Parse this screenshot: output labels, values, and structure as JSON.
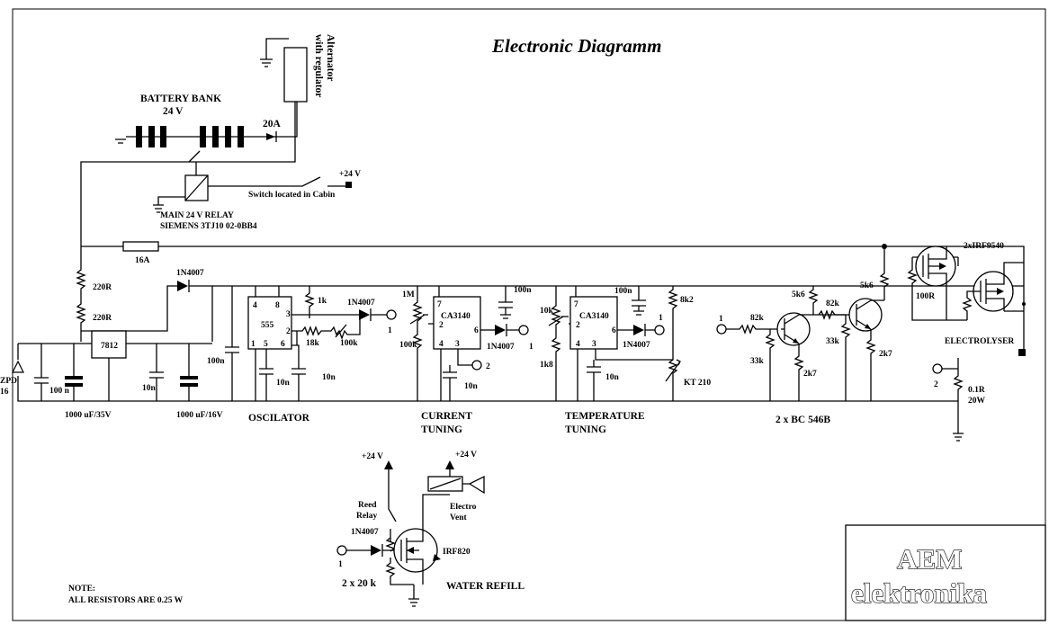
{
  "title": "Electronic Diagramm",
  "blocks": {
    "alternator": [
      "Alternator",
      "with regulator"
    ],
    "battery": [
      "BATTERY BANK",
      "24 V"
    ],
    "fuse_alt": "20A",
    "supply": "+24 V",
    "switch": "Switch located in Cabin",
    "relay": [
      "MAIN 24 V RELAY",
      "SIEMENS 3TJ10 02-0BB4"
    ],
    "fuse_main": "16A",
    "oscillator": "OSCILATOR",
    "current": [
      "CURRENT",
      "TUNING"
    ],
    "temperature": [
      "TEMPERATURE",
      "TUNING"
    ],
    "bc546": "2 x BC 546B",
    "irf9540": "2xIRF9540",
    "electrolyser": "ELECTROLYSER",
    "water": "WATER REFILL",
    "reed": [
      "Reed",
      "Relay"
    ],
    "vent": [
      "Electro",
      "Vent"
    ],
    "r20k": "2 x 20 k",
    "irf820": "IRF820",
    "note": [
      "NOTE:",
      "ALL RESISTORS  ARE 0.25 W"
    ],
    "logo": [
      "AEM",
      "elektronika"
    ]
  },
  "components": {
    "r220a": "220R",
    "r220b": "220R",
    "d1": "1N4007",
    "zpd": [
      "ZPD",
      "16"
    ],
    "c100n": "100 n",
    "c1000a": "1000 uF/35V",
    "reg": "7812",
    "c10n_a": "10n",
    "c1000b": "1000 uF/16V",
    "c100n_b": "100n",
    "ic555": "555",
    "p555": [
      "4",
      "8",
      "3",
      "2",
      "1",
      "5",
      "6"
    ],
    "r1k": "1k",
    "d2": "1N4007",
    "r18k": "18k",
    "p100k_a": "100k",
    "c10n_b": "10n",
    "c10n_c": "10n",
    "n1_a": "1",
    "r1m": "1M",
    "p100k_b": "100k",
    "ic3140a": "CA3140",
    "pa": [
      "7",
      "2",
      "6",
      "4",
      "3"
    ],
    "c100n_c": "100n",
    "d3": "1N4007",
    "n1_b": "1",
    "n2_a": "2",
    "c10n_d": "10n",
    "r10k": "10k",
    "r1k8": "1k8",
    "ic3140b": "CA3140",
    "pb": [
      "7",
      "2",
      "6",
      "4",
      "3"
    ],
    "c100n_d": "100n",
    "d4": "1N4007",
    "n1_c": "1",
    "r8k2": "8k2",
    "c10n_e": "10n",
    "kt210": "KT 210",
    "n1_d": "1",
    "r82k_a": "82k",
    "r33k_a": "33k",
    "r2k7_a": "2k7",
    "r5k6_a": "5k6",
    "r82k_b": "82k",
    "r33k_b": "33k",
    "r2k7_b": "2k7",
    "r5k6_b": "5k6",
    "r100r": "100R",
    "n2_b": "2",
    "r01": [
      "0.1R",
      "20W"
    ],
    "d5": "1N4007",
    "n1_e": "1"
  }
}
